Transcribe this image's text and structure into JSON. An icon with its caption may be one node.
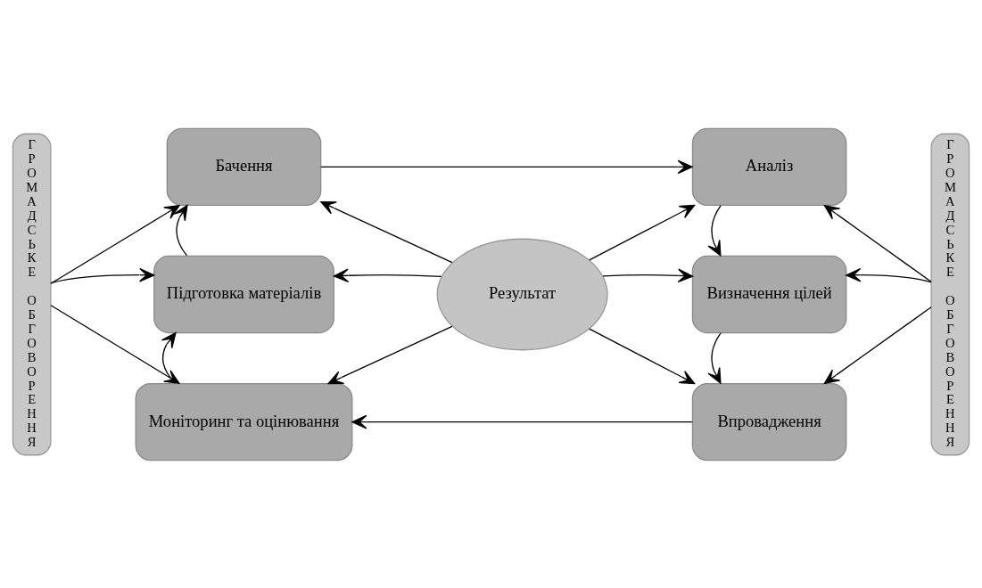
{
  "diagram": {
    "nodes": [
      {
        "text": [
          "ГРОМАДСЬКЕ ОБГОВОРЕННЯ"
        ]
      },
      {
        "text": [
          "Бачення"
        ]
      },
      {
        "text": [
          "Аналіз"
        ]
      },
      {
        "text": [
          "Підготовка матеріалів"
        ]
      },
      {
        "text": [
          "Результат"
        ]
      },
      {
        "text": [
          "Визначення цілей"
        ]
      },
      {
        "text": [
          "Моніторинг та оцінювання"
        ]
      },
      {
        "text": [
          "Впровадження"
        ]
      },
      {
        "text": [
          "ГРОМАДСЬКЕ ОБГОВОРЕННЯ"
        ]
      }
    ],
    "edges": [
      {
        "from": 0,
        "to": 1,
        "arrow": "to"
      },
      {
        "from": 1,
        "to": 2,
        "arrow": "to"
      },
      {
        "from": 8,
        "to": 2,
        "arrow": "to"
      },
      {
        "from": 3,
        "to": 1,
        "arrow": "to"
      },
      {
        "from": 4,
        "to": 1,
        "arrow": "to"
      },
      {
        "from": 4,
        "to": 2,
        "arrow": "to"
      },
      {
        "from": 2,
        "to": 5,
        "arrow": "to"
      },
      {
        "from": 0,
        "to": 3,
        "arrow": "to"
      },
      {
        "from": 4,
        "to": 3,
        "arrow": "to"
      },
      {
        "from": 4,
        "to": 5,
        "arrow": "to"
      },
      {
        "from": 8,
        "to": 5,
        "arrow": "to"
      },
      {
        "from": 4,
        "to": 6,
        "arrow": "to"
      },
      {
        "from": 6,
        "to": 3,
        "arrow": "to"
      },
      {
        "from": 4,
        "to": 7,
        "arrow": "to"
      },
      {
        "from": 5,
        "to": 7,
        "arrow": "to"
      },
      {
        "from": 0,
        "to": 6,
        "arrow": "to"
      },
      {
        "from": 7,
        "to": 6,
        "arrow": "to"
      },
      {
        "from": 8,
        "to": 7,
        "arrow": "to"
      }
    ]
  }
}
